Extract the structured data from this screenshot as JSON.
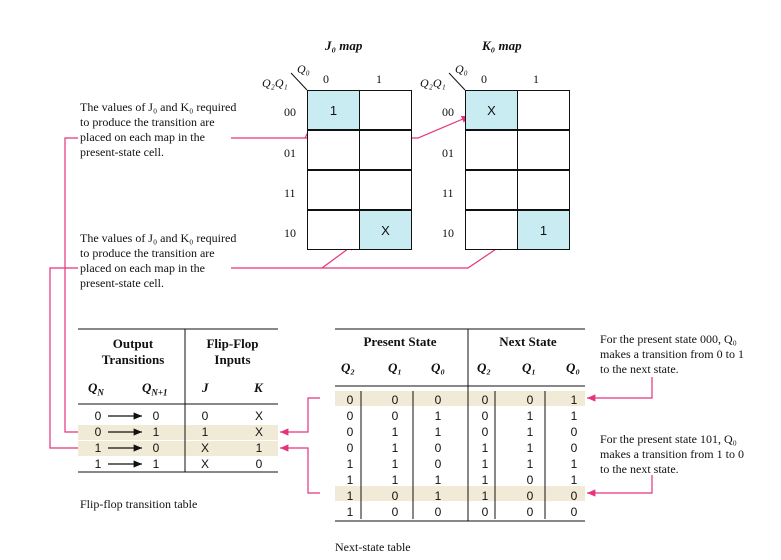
{
  "colors": {
    "highlight_cell": "#c9ebf2",
    "highlight_row": "#f1ead6",
    "arrow": "#e6337c"
  },
  "j_map": {
    "title": "J₀ map",
    "cells": [
      [
        "1",
        ""
      ],
      [
        "",
        ""
      ],
      [
        "",
        ""
      ],
      [
        "",
        "X"
      ]
    ]
  },
  "k_map": {
    "title": "K₀ map",
    "cells": [
      [
        "X",
        ""
      ],
      [
        "",
        ""
      ],
      [
        "",
        ""
      ],
      [
        "",
        "1"
      ]
    ]
  },
  "map_col_var": "Q₀",
  "map_row_var": "Q₂Q₁",
  "map_cols": [
    "0",
    "1"
  ],
  "map_rows": [
    "00",
    "01",
    "11",
    "10"
  ],
  "note_top": [
    "The values of J₀ and K₀ required",
    "to produce the transition are",
    "placed on each map in the",
    "present-state cell."
  ],
  "note_mid": [
    "The values of J₀ and K₀ required",
    "to produce the transition are",
    "placed on each map in the",
    "present-state cell."
  ],
  "note_right1": [
    "For the present state 000, Q₀",
    "makes a transition from 0 to 1",
    "to the next state."
  ],
  "note_right2": [
    "For the present state 101, Q₀",
    "makes a transition from 1 to 0",
    "to the next state."
  ],
  "ff_table": {
    "hdr_output": [
      "Output",
      "Transitions"
    ],
    "hdr_inputs": [
      "Flip-Flop",
      "Inputs"
    ],
    "cols": [
      "Q_N",
      "Q_N+1",
      "J",
      "K"
    ],
    "rows": [
      [
        "0",
        "0",
        "0",
        "X"
      ],
      [
        "0",
        "1",
        "1",
        "X"
      ],
      [
        "1",
        "0",
        "X",
        "1"
      ],
      [
        "1",
        "1",
        "X",
        "0"
      ]
    ],
    "caption": "Flip-flop transition table"
  },
  "ns_table": {
    "hdr_present": "Present State",
    "hdr_next": "Next State",
    "cols": [
      "Q₂",
      "Q₁",
      "Q₀",
      "Q₂",
      "Q₁",
      "Q₀"
    ],
    "rows": [
      [
        "0",
        "0",
        "0",
        "0",
        "0",
        "1"
      ],
      [
        "0",
        "0",
        "1",
        "0",
        "1",
        "1"
      ],
      [
        "0",
        "1",
        "1",
        "0",
        "1",
        "0"
      ],
      [
        "0",
        "1",
        "0",
        "1",
        "1",
        "0"
      ],
      [
        "1",
        "1",
        "0",
        "1",
        "1",
        "1"
      ],
      [
        "1",
        "1",
        "1",
        "1",
        "0",
        "1"
      ],
      [
        "1",
        "0",
        "1",
        "1",
        "0",
        "0"
      ],
      [
        "1",
        "0",
        "0",
        "0",
        "0",
        "0"
      ]
    ],
    "caption": "Next-state table"
  }
}
